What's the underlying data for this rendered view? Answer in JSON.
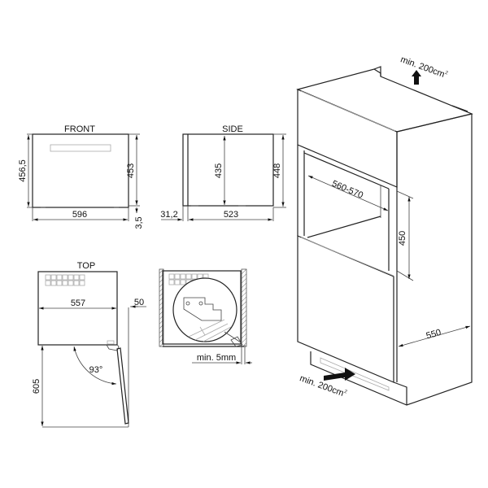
{
  "views": {
    "front": {
      "title": "FRONT",
      "width": "596",
      "height_left": "456,5",
      "height_right": "453",
      "foot_gap": "3,5"
    },
    "side": {
      "title": "SIDE",
      "depth": "523",
      "front_offset": "31,2",
      "inner_height": "435",
      "outer_height": "448"
    },
    "top": {
      "title": "TOP",
      "width": "557",
      "door_thickness": "50",
      "open_depth": "605",
      "door_angle": "93°"
    },
    "detail": {
      "gap_label": "min. 5mm"
    },
    "installation": {
      "vent_top": "min. 200cm",
      "vent_top_sup": "2",
      "niche_width": "560-570",
      "niche_height": "450",
      "cabinet_depth": "550",
      "vent_bottom": "min. 200cm",
      "vent_bottom_sup": "2"
    }
  }
}
